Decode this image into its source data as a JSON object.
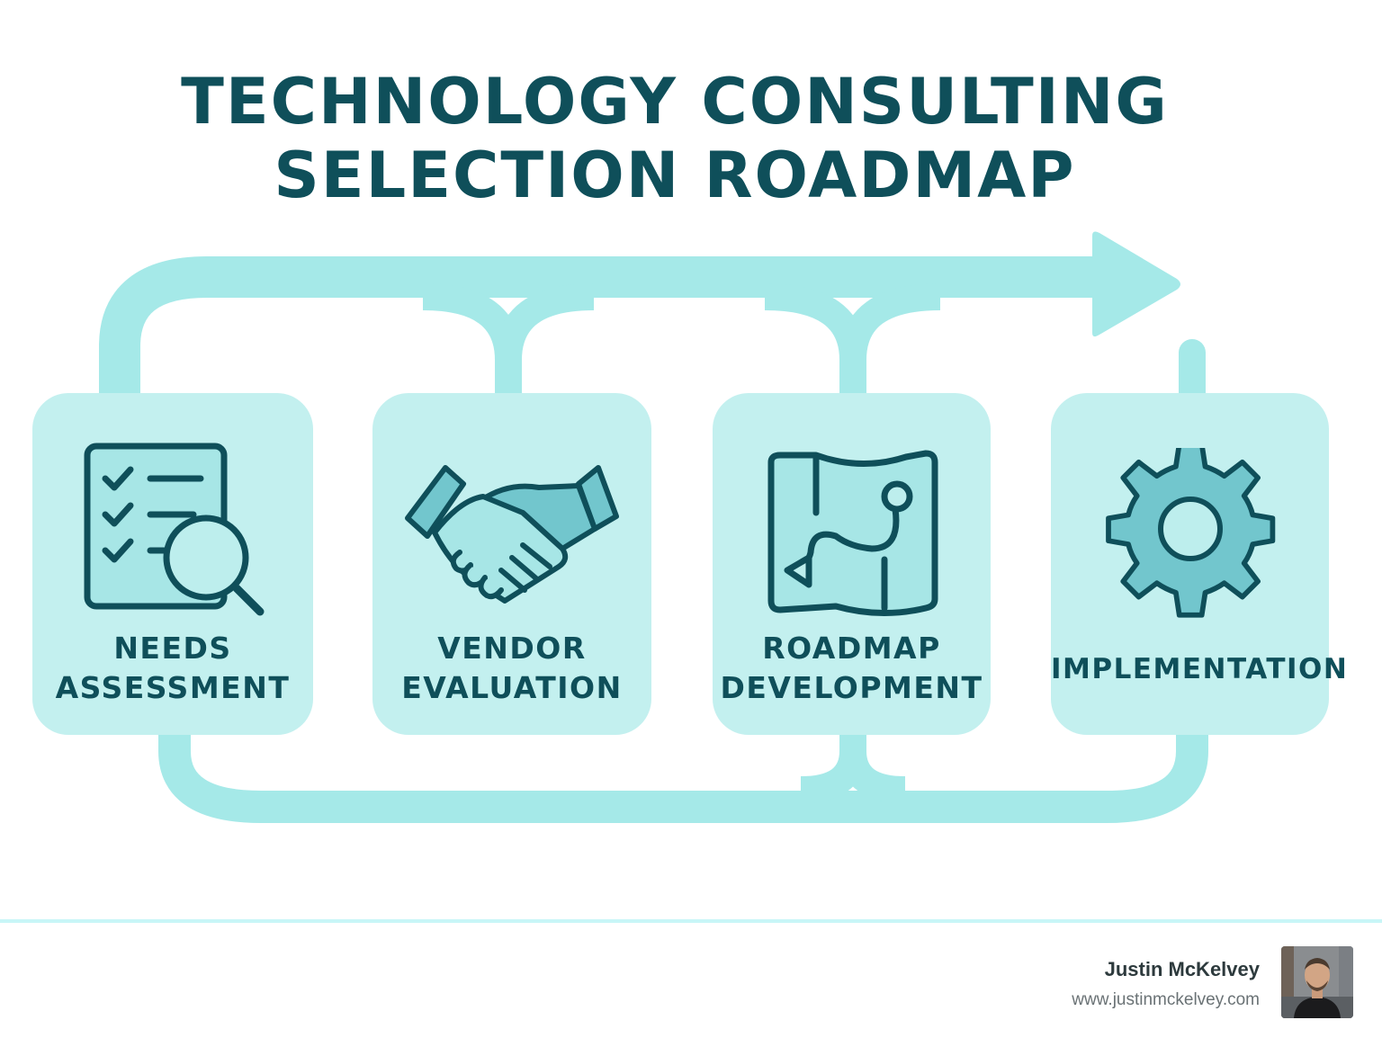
{
  "title": {
    "line1": "TECHNOLOGY CONSULTING",
    "line2": "SELECTION ROADMAP"
  },
  "steps": [
    {
      "label_line1": "NEEDS",
      "label_line2": "ASSESSMENT",
      "icon": "checklist-magnifier-icon"
    },
    {
      "label_line1": "VENDOR",
      "label_line2": "EVALUATION",
      "icon": "handshake-icon"
    },
    {
      "label_line1": "ROADMAP",
      "label_line2": "DEVELOPMENT",
      "icon": "map-route-icon"
    },
    {
      "label_line1": "IMPLEMENTATION",
      "label_line2": "",
      "icon": "gear-icon"
    }
  ],
  "footer": {
    "author_name": "Justin McKelvey",
    "website": "www.justinmckelvey.com"
  },
  "colors": {
    "title": "#0f4f5a",
    "card": "#c3f0ef",
    "connector": "#a5e9e8",
    "icon_fill": "#72c6cd",
    "icon_stroke": "#0f4f5a"
  }
}
